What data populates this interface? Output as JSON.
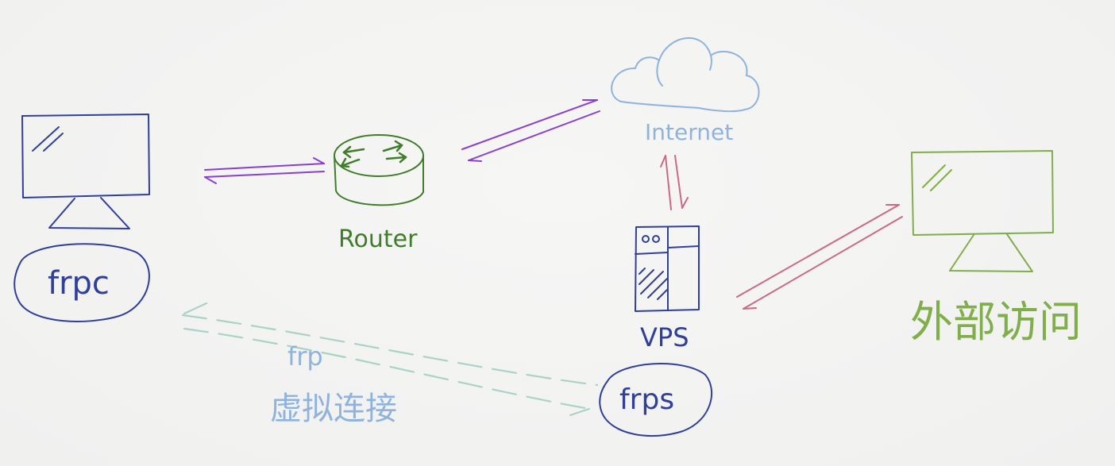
{
  "labels": {
    "frpc": "frpc",
    "router": "Router",
    "internet": "Internet",
    "vps": "VPS",
    "frps": "frps",
    "frp": "frp",
    "virtual_connection": "虚拟连接",
    "external_access": "外部访问"
  },
  "colors": {
    "frpc_monitor": "#2f3f9a",
    "router": "#3f7d2a",
    "internet_cloud": "#8fb3dd",
    "internet_text": "#8fb3dd",
    "vps": "#2f3f9a",
    "external_monitor": "#7fae4a",
    "external_text": "#7fae4a",
    "link_purple": "#8a3fd0",
    "link_red": "#c96a86",
    "frp_dashed": "#a9d2c8",
    "frp_text": "#8fb3dd"
  }
}
